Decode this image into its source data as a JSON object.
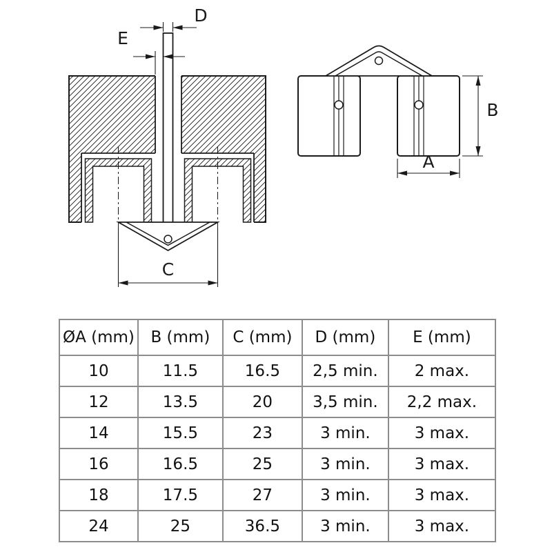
{
  "drawing": {
    "left_view": {
      "labels": {
        "d": "D",
        "e": "E",
        "c": "C"
      }
    },
    "right_view": {
      "labels": {
        "a": "A",
        "b": "B"
      }
    },
    "line_color": "#1a1a1a"
  },
  "table": {
    "border_color": "#8c8c8c",
    "headers": [
      "ØA (mm)",
      "B (mm)",
      "C (mm)",
      "D (mm)",
      "E (mm)"
    ],
    "rows": [
      [
        "10",
        "11.5",
        "16.5",
        "2,5 min.",
        "2 max."
      ],
      [
        "12",
        "13.5",
        "20",
        "3,5 min.",
        "2,2 max."
      ],
      [
        "14",
        "15.5",
        "23",
        "3 min.",
        "3 max."
      ],
      [
        "16",
        "16.5",
        "25",
        "3 min.",
        "3 max."
      ],
      [
        "18",
        "17.5",
        "27",
        "3 min.",
        "3 max."
      ],
      [
        "24",
        "25",
        "36.5",
        "3 min.",
        "3 max."
      ]
    ]
  }
}
